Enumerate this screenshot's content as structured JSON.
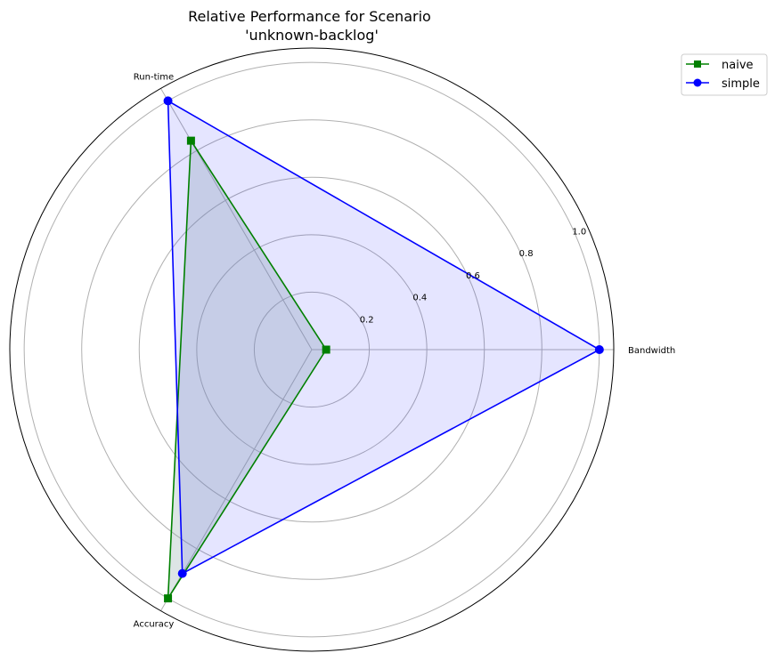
{
  "chart_data": {
    "type": "radar",
    "title": "Relative Performance for Scenario\n'unknown-backlog'",
    "axes": [
      "Bandwidth",
      "Run-time",
      "Accuracy"
    ],
    "rlim": [
      0,
      1.05
    ],
    "rticks": [
      0.2,
      0.4,
      0.6,
      0.8,
      1.0
    ],
    "rtick_labels": [
      "0.2",
      "0.4",
      "0.6",
      "0.8",
      "1.0"
    ],
    "grid": true,
    "legend_position": "top-right",
    "series": [
      {
        "name": "naive",
        "values": [
          0.05,
          0.84,
          1.0
        ],
        "color": "#008000",
        "marker": "square",
        "fill": "#8fa8a8",
        "fill_opacity": 0.3
      },
      {
        "name": "simple",
        "values": [
          1.0,
          1.0,
          0.9
        ],
        "color": "#0000ff",
        "marker": "circle",
        "fill": "#0000ff",
        "fill_opacity": 0.1
      }
    ]
  }
}
